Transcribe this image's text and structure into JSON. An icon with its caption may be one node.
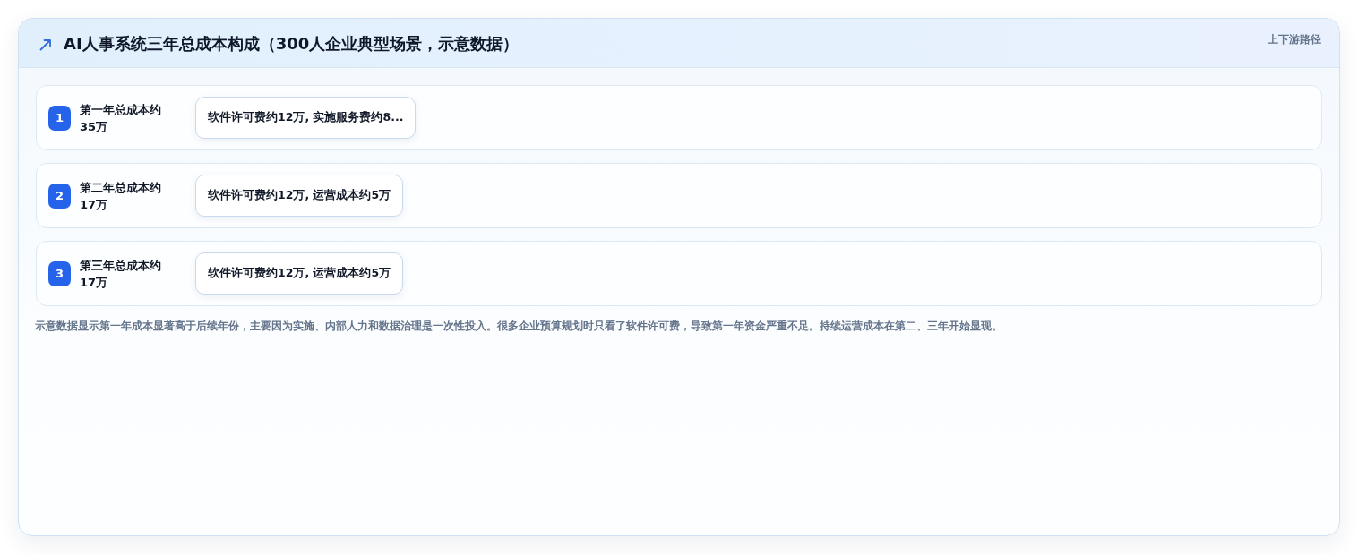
{
  "diagram": {
    "title": "AI人事系统三年总成本构成（300人企业典型场景，示意数据）",
    "nodes": [
      {
        "text": [
          "第一年总成本约35万"
        ]
      },
      {
        "text": [
          "1"
        ],
        "in": 0
      },
      {
        "text": [
          "软件许可费约12万, 实施服务费约8..."
        ],
        "in": 0
      },
      {
        "text": [
          "第二年总成本约17万"
        ]
      },
      {
        "text": [
          "2"
        ],
        "in": 3
      },
      {
        "text": [
          "软件许可费约12万, 运营成本约5万"
        ],
        "in": 3
      },
      {
        "text": [
          "第三年总成本约17万"
        ]
      },
      {
        "text": [
          "3"
        ],
        "in": 6
      },
      {
        "text": [
          "软件许可费约12万, 运营成本约5万"
        ],
        "in": 6
      }
    ],
    "labels": [
      "上下游路径"
    ],
    "caption": "示意数据显示第一年成本显著高于后续年份，主要因为实施、内部人力和数据治理是一次性投入。很多企业预算规划时只看了软件许可费，导致第一年资金严重不足。持续运营成本在第二、三年开始显现。"
  }
}
